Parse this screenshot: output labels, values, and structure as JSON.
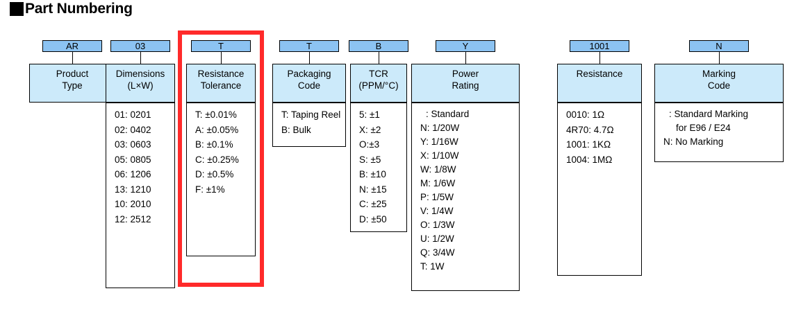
{
  "title": {
    "marker": "black-square-bullet",
    "text": "Part Numbering"
  },
  "colors": {
    "code_box_fill": "#8CC3F2",
    "header_fill": "#CCEAFA",
    "body_fill": "#FFFFFF",
    "outline": "#000000",
    "highlight": "#FF2A2A"
  },
  "example_part_number": "AR 03 T T B Y 1001 N",
  "highlight": {
    "target_column": "resistance-tolerance",
    "label": "red-highlight-frame"
  },
  "columns": [
    {
      "key": "product-type",
      "code": "AR",
      "header": [
        "Product",
        "Type"
      ],
      "entries": []
    },
    {
      "key": "dimensions",
      "code": "03",
      "header": [
        "Dimensions",
        "(L×W)"
      ],
      "entries": [
        "01: 0201",
        "02: 0402",
        "03: 0603",
        "05: 0805",
        "06: 1206",
        "13: 1210",
        "10: 2010",
        "12: 2512"
      ]
    },
    {
      "key": "resistance-tolerance",
      "code": "T",
      "header": [
        "Resistance",
        "Tolerance"
      ],
      "entries": [
        "T: ±0.01%",
        "A: ±0.05%",
        "B: ±0.1%",
        "C: ±0.25%",
        "D: ±0.5%",
        "F: ±1%"
      ]
    },
    {
      "key": "packaging-code",
      "code": "T",
      "header": [
        "Packaging",
        "Code"
      ],
      "entries": [
        "T: Taping Reel",
        "B: Bulk"
      ]
    },
    {
      "key": "tcr",
      "code": "B",
      "header": [
        "TCR",
        "(PPM/°C)"
      ],
      "entries": [
        "5: ±1",
        "X: ±2",
        "O:±3",
        "S: ±5",
        "B: ±10",
        "N: ±15",
        "C: ±25",
        "D: ±50"
      ]
    },
    {
      "key": "power-rating",
      "code": "Y",
      "header": [
        "Power",
        "Rating"
      ],
      "entries": [
        ": Standard",
        "N: 1/20W",
        "Y: 1/16W",
        "X: 1/10W",
        "W: 1/8W",
        "M: 1/6W",
        "P: 1/5W",
        "V: 1/4W",
        "O: 1/3W",
        "U: 1/2W",
        "Q: 3/4W",
        "T: 1W"
      ]
    },
    {
      "key": "resistance",
      "code": "1001",
      "header": [
        "Resistance"
      ],
      "entries": [
        "0010: 1Ω",
        "4R70: 4.7Ω",
        "1001: 1KΩ",
        "1004: 1MΩ"
      ]
    },
    {
      "key": "marking-code",
      "code": "N",
      "header": [
        "Marking",
        "Code"
      ],
      "entries": [
        ": Standard  Marking",
        "for E96 / E24",
        "N: No Marking"
      ]
    }
  ]
}
